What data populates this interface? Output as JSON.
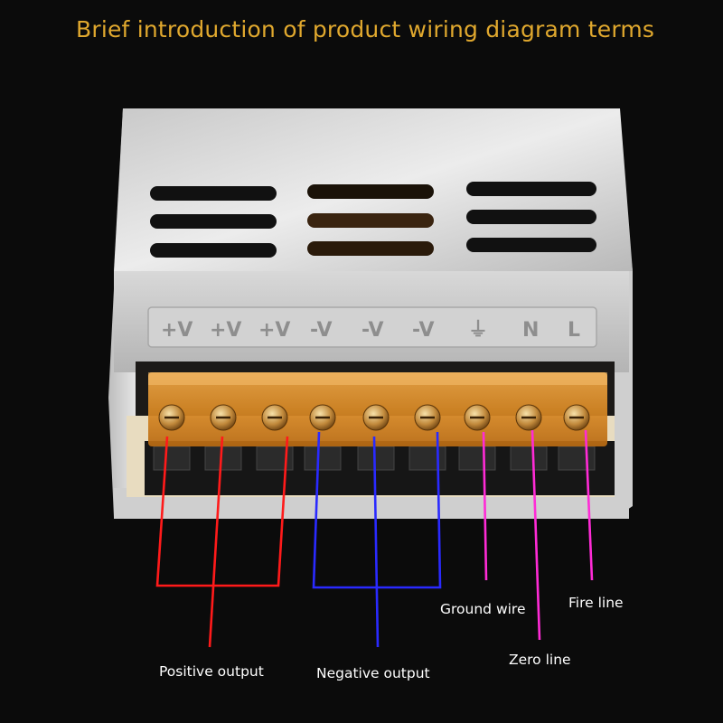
{
  "title": "Brief introduction of product wiring diagram terms",
  "terminal_markings": [
    "+V",
    "+V",
    "+V",
    "-V",
    "-V",
    "-V",
    "⏚",
    "N",
    "L"
  ],
  "labels": {
    "positive": "Positive output",
    "negative": "Negative output",
    "ground": "Ground wire",
    "zero": "Zero line",
    "fire": "Fire line"
  },
  "colors": {
    "title": "#e0a82e",
    "positive_wire": "#ff1a1a",
    "negative_wire": "#2a2aff",
    "mains_wire": "#ff2bd6",
    "terminal_cover": "#e08a1a"
  }
}
